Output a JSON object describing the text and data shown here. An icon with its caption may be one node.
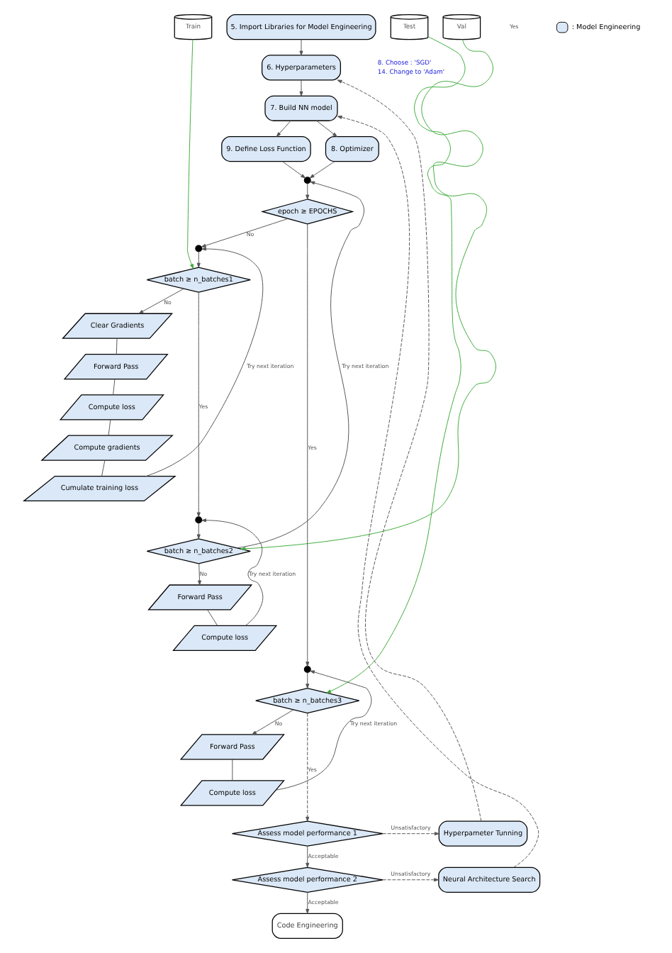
{
  "diagram": {
    "nodes": [
      {
        "text": [
          "Train"
        ]
      },
      {
        "text": [
          "Val"
        ]
      },
      {
        "text": [
          "Test"
        ]
      },
      {
        "text": [
          "5. Import Libraries for Model Engineering"
        ]
      },
      {
        "text": [
          "6. Hyperparameters"
        ],
        "beside": [
          "8. Choose : 'SGD'",
          "14. Change to 'Adam'"
        ]
      },
      {
        "text": [
          "7. Build NN model"
        ]
      },
      {
        "text": [
          "9. Define Loss Function"
        ]
      },
      {
        "text": [
          "8. Optimizer"
        ]
      },
      {
        "text": [],
        "shape": "circle"
      },
      {
        "text": [
          "epoch ≥ EPOCHS"
        ]
      },
      {
        "text": [],
        "shape": "circle"
      },
      {
        "text": [
          "batch ≥ n_batches1"
        ]
      },
      {
        "text": [
          "Clear Gradients"
        ]
      },
      {
        "text": [
          "Forward Pass"
        ]
      },
      {
        "text": [
          "Compute loss"
        ]
      },
      {
        "text": [
          "Compute gradients"
        ]
      },
      {
        "text": [
          "Cumulate training loss"
        ]
      },
      {
        "text": [],
        "shape": "circle"
      },
      {
        "text": [
          "batch ≥ n_batches2"
        ]
      },
      {
        "text": [
          "Forward Pass"
        ]
      },
      {
        "text": [
          "Compute loss"
        ]
      },
      {
        "text": [],
        "shape": "circle"
      },
      {
        "text": [
          "batch ≥ n_batches3"
        ]
      },
      {
        "text": [
          "Forward Pass"
        ]
      },
      {
        "text": [
          "Compute loss"
        ]
      },
      {
        "text": [
          "Assess model performance 1"
        ]
      },
      {
        "text": [
          "Hyperpameter Tunning"
        ]
      },
      {
        "text": [
          "Assess model performance 2"
        ]
      },
      {
        "text": [
          "Neural Architecture Search"
        ]
      },
      {
        "text": [
          "Code Engineering"
        ]
      }
    ],
    "edges": [
      {
        "from": 3,
        "to": 4,
        "arrow": "to"
      },
      {
        "from": 4,
        "to": 5,
        "arrow": "to"
      },
      {
        "from": 5,
        "to": 6,
        "arrow": "to"
      },
      {
        "from": 5,
        "to": 7,
        "arrow": "to"
      },
      {
        "from": 6,
        "to": 8,
        "arrow": "to"
      },
      {
        "from": 7,
        "to": 8,
        "arrow": "to"
      },
      {
        "from": 8,
        "to": 9,
        "arrow": "to"
      },
      {
        "from": 9,
        "to": 10,
        "label": "No",
        "arrow": "to"
      },
      {
        "from": 10,
        "to": 11,
        "arrow": "to"
      },
      {
        "from": 11,
        "to": 12,
        "label": "No",
        "arrow": "to"
      },
      {
        "from": 12,
        "to": 13,
        "arrow": "none"
      },
      {
        "from": 13,
        "to": 14,
        "arrow": "none"
      },
      {
        "from": 14,
        "to": 15,
        "arrow": "none"
      },
      {
        "from": 15,
        "to": 16,
        "arrow": "none"
      },
      {
        "from": 16,
        "to": 10,
        "label": "Try next iteration",
        "arrow": "to"
      },
      {
        "from": 11,
        "to": 17,
        "label": "Yes",
        "arrow": "to"
      },
      {
        "from": 17,
        "to": 18,
        "arrow": "to"
      },
      {
        "from": 18,
        "to": 19,
        "label": "No",
        "arrow": "to"
      },
      {
        "from": 19,
        "to": 20,
        "arrow": "none"
      },
      {
        "from": 20,
        "to": 17,
        "label": "Try next iteration",
        "arrow": "to"
      },
      {
        "from": 18,
        "to": 8,
        "label": "Try next iteration",
        "arrow": "to"
      },
      {
        "from": 9,
        "to": 21,
        "label": "Yes",
        "arrow": "to"
      },
      {
        "from": 0,
        "to": 11,
        "arrow": "to",
        "color": "#3daa3a"
      },
      {
        "from": 1,
        "to": 18,
        "arrow": "to",
        "color": "#3daa3a"
      },
      {
        "from": 2,
        "to": 22,
        "arrow": "to",
        "color": "#3daa3a"
      },
      {
        "from": 21,
        "to": 22,
        "arrow": "to"
      },
      {
        "from": 22,
        "to": 23,
        "label": "No",
        "arrow": "to"
      },
      {
        "from": 23,
        "to": 24,
        "arrow": "none"
      },
      {
        "from": 24,
        "to": 21,
        "label": "Try next iteration",
        "arrow": "to"
      },
      {
        "from": 22,
        "to": 25,
        "label": "Yes",
        "arrow": "to",
        "style": "dashed"
      },
      {
        "from": 25,
        "to": 26,
        "label": "Unsatisfactory",
        "arrow": "to",
        "style": "dashed"
      },
      {
        "from": 26,
        "to": 4,
        "arrow": "to",
        "style": "dashed"
      },
      {
        "from": 25,
        "to": 27,
        "label": "Acceptable",
        "arrow": "to"
      },
      {
        "from": 27,
        "to": 28,
        "label": "Unsatisfactory",
        "arrow": "to",
        "style": "dashed"
      },
      {
        "from": 28,
        "to": 5,
        "arrow": "to",
        "style": "dashed"
      },
      {
        "from": 27,
        "to": 29,
        "label": "Acceptable",
        "arrow": "to"
      }
    ],
    "labels": [
      "Yes"
    ],
    "legend": [
      {
        "text": ": Model Engineering",
        "color": "#dbe8f7"
      }
    ]
  }
}
